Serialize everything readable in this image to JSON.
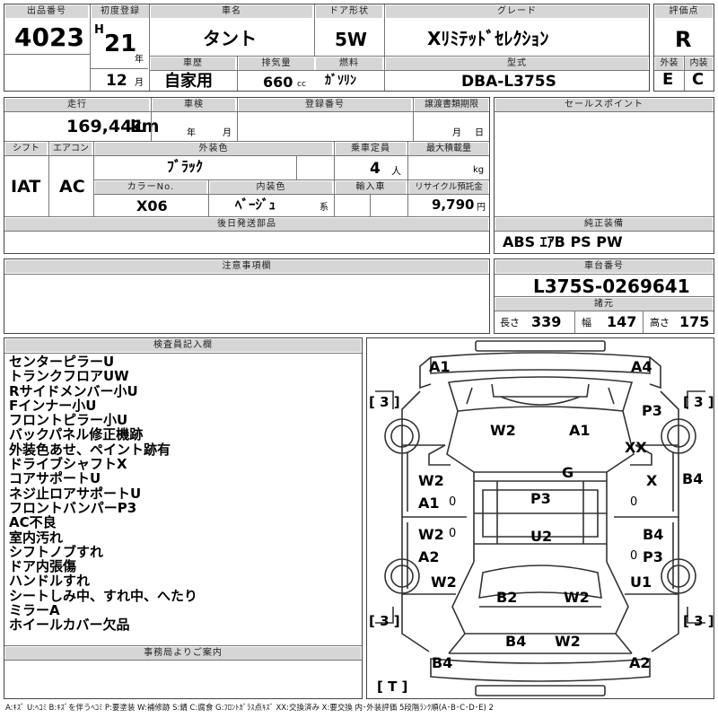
{
  "header": {
    "lot_label": "出品番号",
    "lot_no": "4023",
    "first_reg_label": "初度登録",
    "era": "H",
    "year": "21",
    "year_unit": "年",
    "month": "12",
    "month_unit": "月",
    "car_name_label": "車名",
    "car_name": "タント",
    "door_label": "ドア形状",
    "door": "5W",
    "grade_label": "グレード",
    "grade": "Xﾘﾐﾃｯﾄﾞｾﾚｸｼｮﾝ",
    "score_label": "評価点",
    "score": "R",
    "history_label": "車歴",
    "history": "自家用",
    "displacement_label": "排気量",
    "displacement": "660",
    "displacement_unit": "cc",
    "fuel_label": "燃料",
    "fuel": "ｶﾞｿﾘﾝ",
    "model_label": "型式",
    "model": "DBA-L375S",
    "ext_label": "外装",
    "ext_grade": "E",
    "int_label": "内装",
    "int_grade": "C"
  },
  "details": {
    "mileage_label": "走行",
    "mileage": "169,441",
    "mileage_unit": "km",
    "inspection_label": "車検",
    "insp_year_unit": "年",
    "insp_month_unit": "月",
    "plate_label": "登録番号",
    "transfer_label": "譲渡書類期限",
    "transfer_month_unit": "月",
    "transfer_day_unit": "日",
    "shift_label": "シフト",
    "shift": "IAT",
    "ac_label": "エアコン",
    "ac": "AC",
    "color_label": "外装色",
    "color": "ﾌﾞﾗｯｸ",
    "capacity_label": "乗車定員",
    "capacity": "4",
    "capacity_unit": "人",
    "load_label": "最大積載量",
    "load_unit": "kg",
    "color_no_label": "カラーNo.",
    "color_no": "X06",
    "interior_color_label": "内装色",
    "interior_color": "ﾍﾞｰｼﾞｭ",
    "interior_color_suffix": "系",
    "import_label": "輸入車",
    "recycle_label": "リサイクル預託金",
    "recycle": "9,790",
    "recycle_unit": "円",
    "later_parts_label": "後日発送部品",
    "notes_label": "注意事項欄"
  },
  "sidebar": {
    "sales_point_label": "セールスポイント",
    "equipment_label": "純正装備",
    "equipment": "ABS ｴｱB PS PW",
    "chassis_label": "車台番号",
    "chassis": "L375S-0269641",
    "dims_label": "諸元",
    "length_label": "長さ",
    "length": "339",
    "width_label": "幅",
    "width": "147",
    "height_label": "高さ",
    "height": "175"
  },
  "inspector": {
    "label": "検査員記入欄",
    "remarks": [
      "センターピラーU",
      "トランクフロアUW",
      "Rサイドメンバー小U",
      "Fインナー小U",
      "フロントピラー小U",
      "バックパネル修正機跡",
      "外装色あせ、ペイント跡有",
      "ドライブシャフトX",
      "コアサポートU",
      "ネジ止ロアサポートU",
      "フロントバンパーP3",
      "AC不良",
      "室内汚れ",
      "シフトノブすれ",
      "ドア内張傷",
      "ハンドルすれ",
      "シートしみ中、すれ中、へたり",
      "ミラーA",
      "ホイールカバー欠品"
    ],
    "office_label": "事務局よりご案内"
  },
  "diagram": {
    "marks": [
      {
        "t": "A1"
      },
      {
        "t": "A4"
      },
      {
        "t": "[ 3 ]"
      },
      {
        "t": "[ 3 ]"
      },
      {
        "t": "P3"
      },
      {
        "t": "W2"
      },
      {
        "t": "A1"
      },
      {
        "t": "XX"
      },
      {
        "t": "G"
      },
      {
        "t": "W2"
      },
      {
        "t": "X"
      },
      {
        "t": "B4"
      },
      {
        "t": "A1"
      },
      {
        "t": "P3"
      },
      {
        "t": "W2"
      },
      {
        "t": "U2"
      },
      {
        "t": "B4"
      },
      {
        "t": "A2"
      },
      {
        "t": "P3"
      },
      {
        "t": "W2"
      },
      {
        "t": "U1"
      },
      {
        "t": "B2"
      },
      {
        "t": "W2"
      },
      {
        "t": "[ 3 ]"
      },
      {
        "t": "[ 3 ]"
      },
      {
        "t": "B4"
      },
      {
        "t": "W2"
      },
      {
        "t": "B4"
      },
      {
        "t": "A2"
      },
      {
        "t": "[ T ]"
      },
      {
        "t": "0"
      },
      {
        "t": "0"
      },
      {
        "t": "0"
      },
      {
        "t": "0"
      }
    ]
  },
  "legend": "A:ｷｽﾞ U:ﾍｺﾐ B:ｷｽﾞを伴うﾍｺﾐ P:要塗装 W:補修跡 S:錆 C:腐食 G:ﾌﾛﾝﾄｶﾞﾗｽ点ｷｽﾞ XX:交換済み X:要交換 内･外装評価 5段階ﾗﾝｸ順(A･B･C･D･E) 2"
}
